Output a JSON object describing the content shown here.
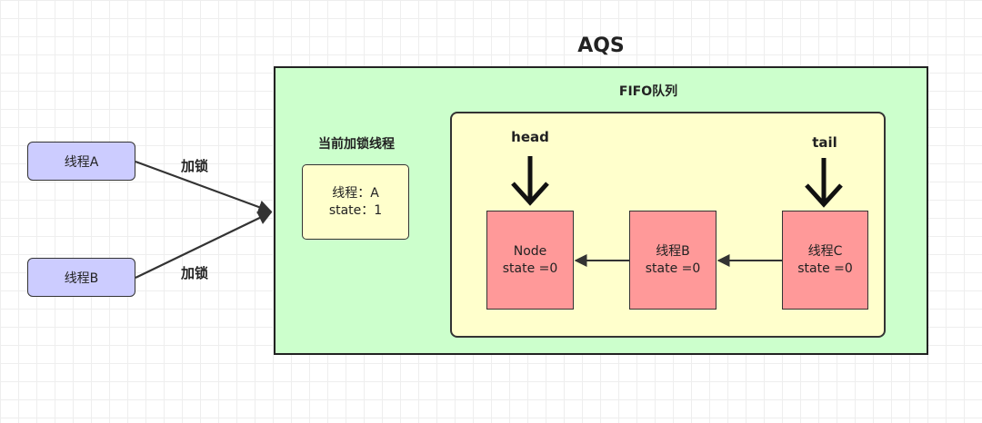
{
  "aqs": {
    "title": "AQS"
  },
  "threads": [
    {
      "label": "线程A",
      "arrow_label": "加锁"
    },
    {
      "label": "线程B",
      "arrow_label": "加锁"
    }
  ],
  "current_lock": {
    "heading": "当前加锁线程",
    "line1": "线程：A",
    "line2": "state：1"
  },
  "fifo": {
    "title": "FIFO队列",
    "head_label": "head",
    "tail_label": "tail",
    "nodes": [
      {
        "line1": "Node",
        "line2": "state =0"
      },
      {
        "line1": "线程B",
        "line2": "state =0"
      },
      {
        "line1": "线程C",
        "line2": "state =0"
      }
    ]
  },
  "colors": {
    "thread_fill": "#ccccff",
    "aqs_fill": "#ccffcc",
    "fifo_fill": "#ffffcc",
    "node_fill": "#ff9999",
    "stroke": "#333333"
  }
}
